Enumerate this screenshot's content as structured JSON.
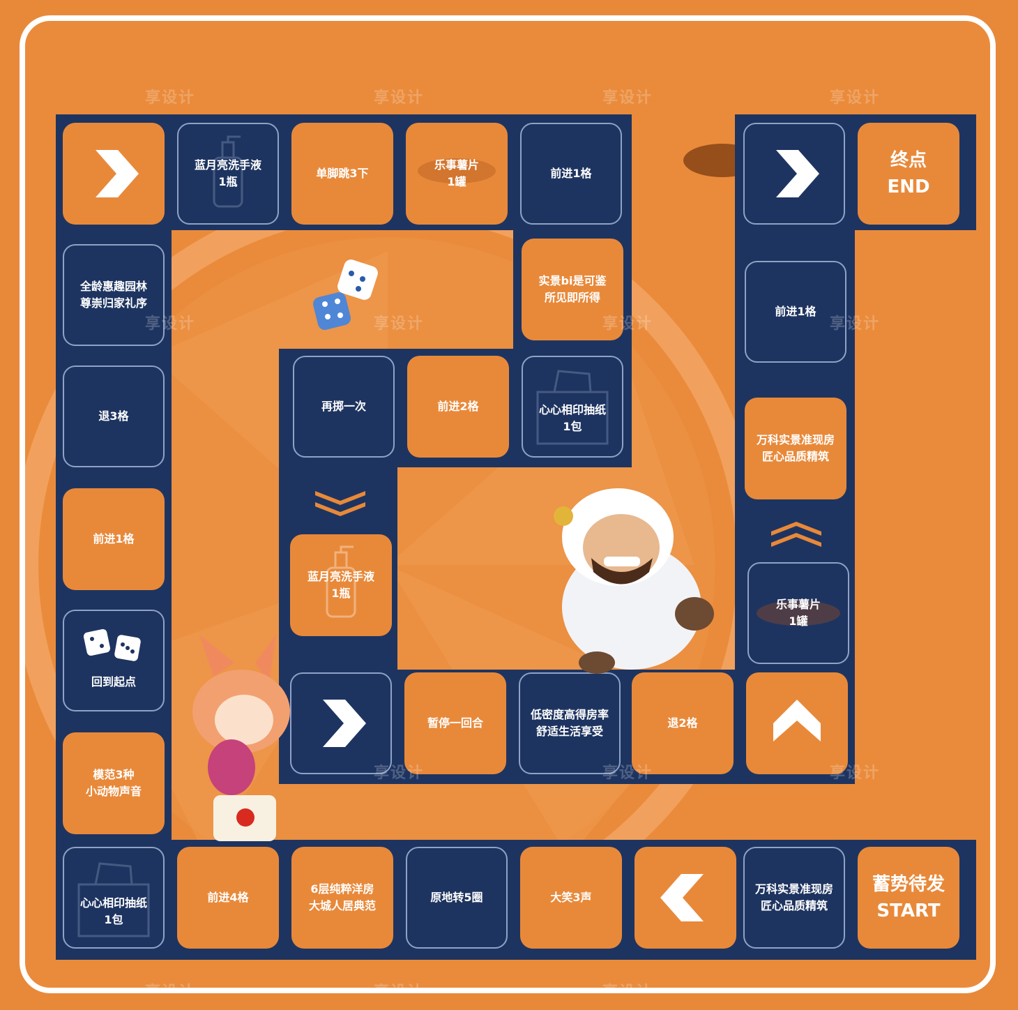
{
  "board": {
    "colors": {
      "orange": "#e8893a",
      "navy": "#1e3460",
      "white": "#ffffff"
    },
    "watermark": "享设计"
  },
  "tiles": {
    "top_arrow": {
      "icon": "chevron-right-icon"
    },
    "t_hand_soap_1": "蓝月亮洗手液\n1瓶",
    "t_hop_3": "单脚跳3下",
    "t_chips_1": "乐事薯片\n1罐",
    "t_forward_1_a": "前进1格",
    "t_garden": "全龄惠趣园林\n尊崇归家礼序",
    "t_all_real": "实景bi是可鉴\n所见即所得",
    "t_back_3": "退3格",
    "t_roll_again": "再掷一次",
    "t_forward_2": "前进2格",
    "t_tissue_1": "心心相印抽纸\n1包",
    "t_forward_1_b": "前进1格",
    "t_hand_soap_2": "蓝月亮洗手液\n1瓶",
    "t_back_start": "回到起点",
    "t_animals": "模范3种\n小动物声音",
    "t_pause": "暂停一回合",
    "t_low_density": "低密度高得房率\n舒适生活享受",
    "t_back_2": "退2格",
    "t_tissue_2": "心心相印抽纸\n1包",
    "t_forward_4": "前进4格",
    "t_mansion": "6层纯粹洋房\n大城人居典范",
    "t_spin_5": "原地转5圈",
    "t_laugh_3": "大笑3声",
    "t_vanke_1": "万科实景准现房\n匠心品质精筑",
    "t_vanke_2": "万科实景准现房\n匠心品质精筑",
    "t_forward_1_c": "前进1格",
    "t_chips_2": "乐事薯片\n1罐",
    "end": "终点\nEND",
    "start": "蓄势待发\nSTART"
  }
}
